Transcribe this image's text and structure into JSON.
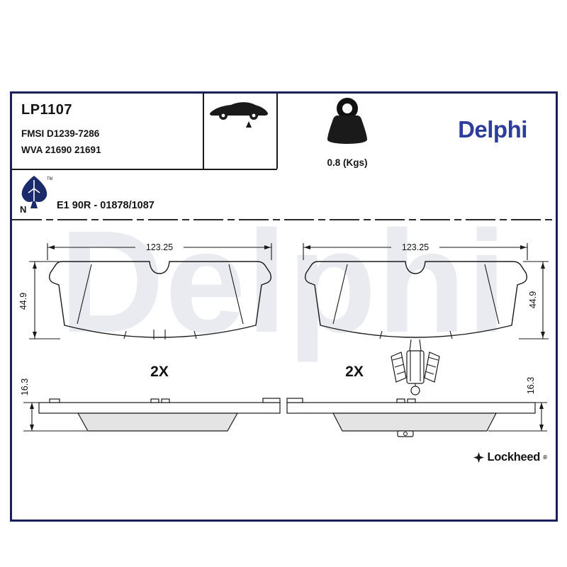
{
  "colors": {
    "frame": "#1a2159",
    "brand": "#2e3d9b",
    "watermark": "#e9ebf0"
  },
  "header": {
    "part_number": "LP1107",
    "fmsi": "FMSI D1239-7286",
    "wva": "WVA 21690 21691",
    "weight": "0.8 (Kgs)",
    "brand": "Delphi"
  },
  "approval": {
    "eco_letter": "N",
    "eco_tm": "TM",
    "code": "E1 90R - 01878/1087"
  },
  "watermark": "Delphi",
  "drawings": {
    "left_pad": {
      "width_dim": "123.25",
      "height_dim": "44.9",
      "qty": "2X"
    },
    "right_pad": {
      "width_dim": "123.25",
      "height_dim": "44.9",
      "qty": "2X"
    },
    "left_profile": {
      "thickness_dim": "16.3"
    },
    "right_profile": {
      "thickness_dim": "16.3"
    }
  },
  "footer": {
    "brand": "Lockheed",
    "reg": "®"
  }
}
